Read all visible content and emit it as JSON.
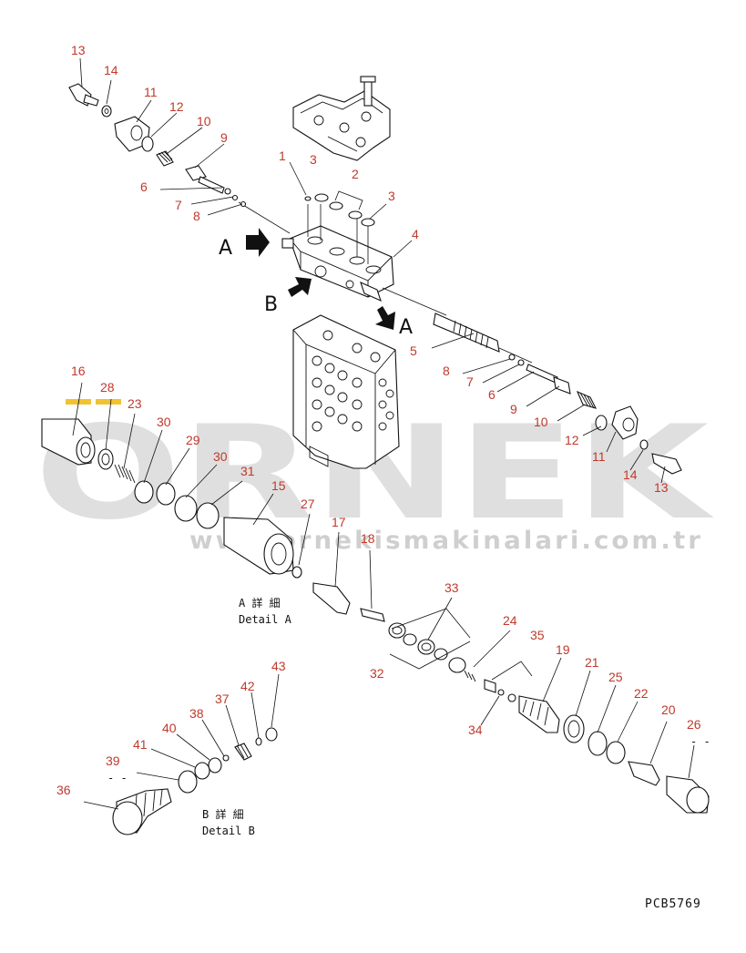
{
  "watermark": {
    "brand": "ORNEK",
    "url": "www.ornekismakinalari.com.tr",
    "accent": "#f2c230"
  },
  "labels": {
    "view_a": "A",
    "view_b": "B",
    "view_a2": "A",
    "detail_a_jp": "A 詳 細",
    "detail_a_en": "Detail A",
    "detail_b_jp": "B 詳 細",
    "detail_b_en": "Detail B",
    "drawing_code": "PCB5769",
    "dash_39": "- -",
    "dash_26": "- -"
  },
  "callout_color": "#c0392b",
  "callouts": [
    "13",
    "14",
    "11",
    "12",
    "10",
    "9",
    "6",
    "7",
    "8",
    "1",
    "3",
    "2",
    "3",
    "4",
    "5",
    "8",
    "7",
    "6",
    "9",
    "10",
    "12",
    "11",
    "14",
    "13",
    "16",
    "28",
    "23",
    "30",
    "29",
    "30",
    "31",
    "15",
    "27",
    "17",
    "18",
    "33",
    "32",
    "24",
    "35",
    "19",
    "21",
    "25",
    "22",
    "20",
    "26",
    "34",
    "43",
    "42",
    "37",
    "38",
    "40",
    "41",
    "39",
    "36"
  ]
}
